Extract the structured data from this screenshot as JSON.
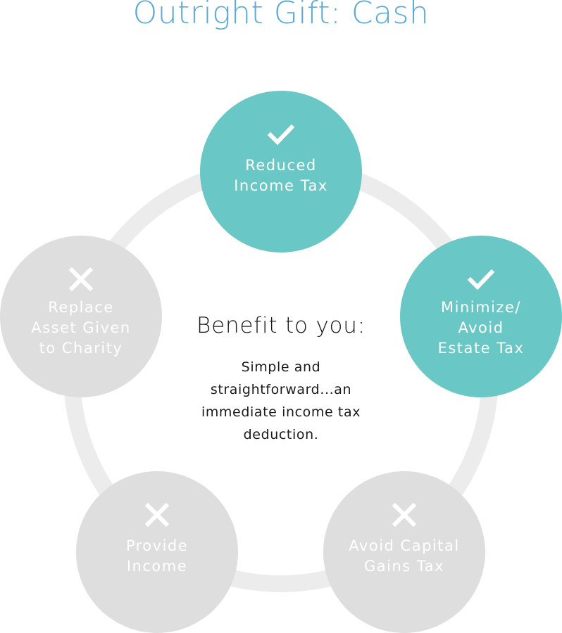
{
  "title": "Outright Gift: Cash",
  "colors": {
    "title": "#5aaad9",
    "achieved": "#69c7c5",
    "not_achieved": "#dedede",
    "ring": "#ececec",
    "text_on_circle": "#ffffff"
  },
  "center": {
    "heading": "Benefit to you:",
    "description": "Simple and\nstraightforward...an\nimmediate income tax\ndeduction."
  },
  "benefits": [
    {
      "label": "Reduced\nIncome Tax",
      "status": "yes",
      "icon": "check-icon"
    },
    {
      "label": "Minimize/\nAvoid\nEstate Tax",
      "status": "yes",
      "icon": "check-icon"
    },
    {
      "label": "Avoid Capital\nGains Tax",
      "status": "no",
      "icon": "x-icon"
    },
    {
      "label": "Provide\nIncome",
      "status": "no",
      "icon": "x-icon"
    },
    {
      "label": "Replace\nAsset Given\nto Charity",
      "status": "no",
      "icon": "x-icon"
    }
  ]
}
